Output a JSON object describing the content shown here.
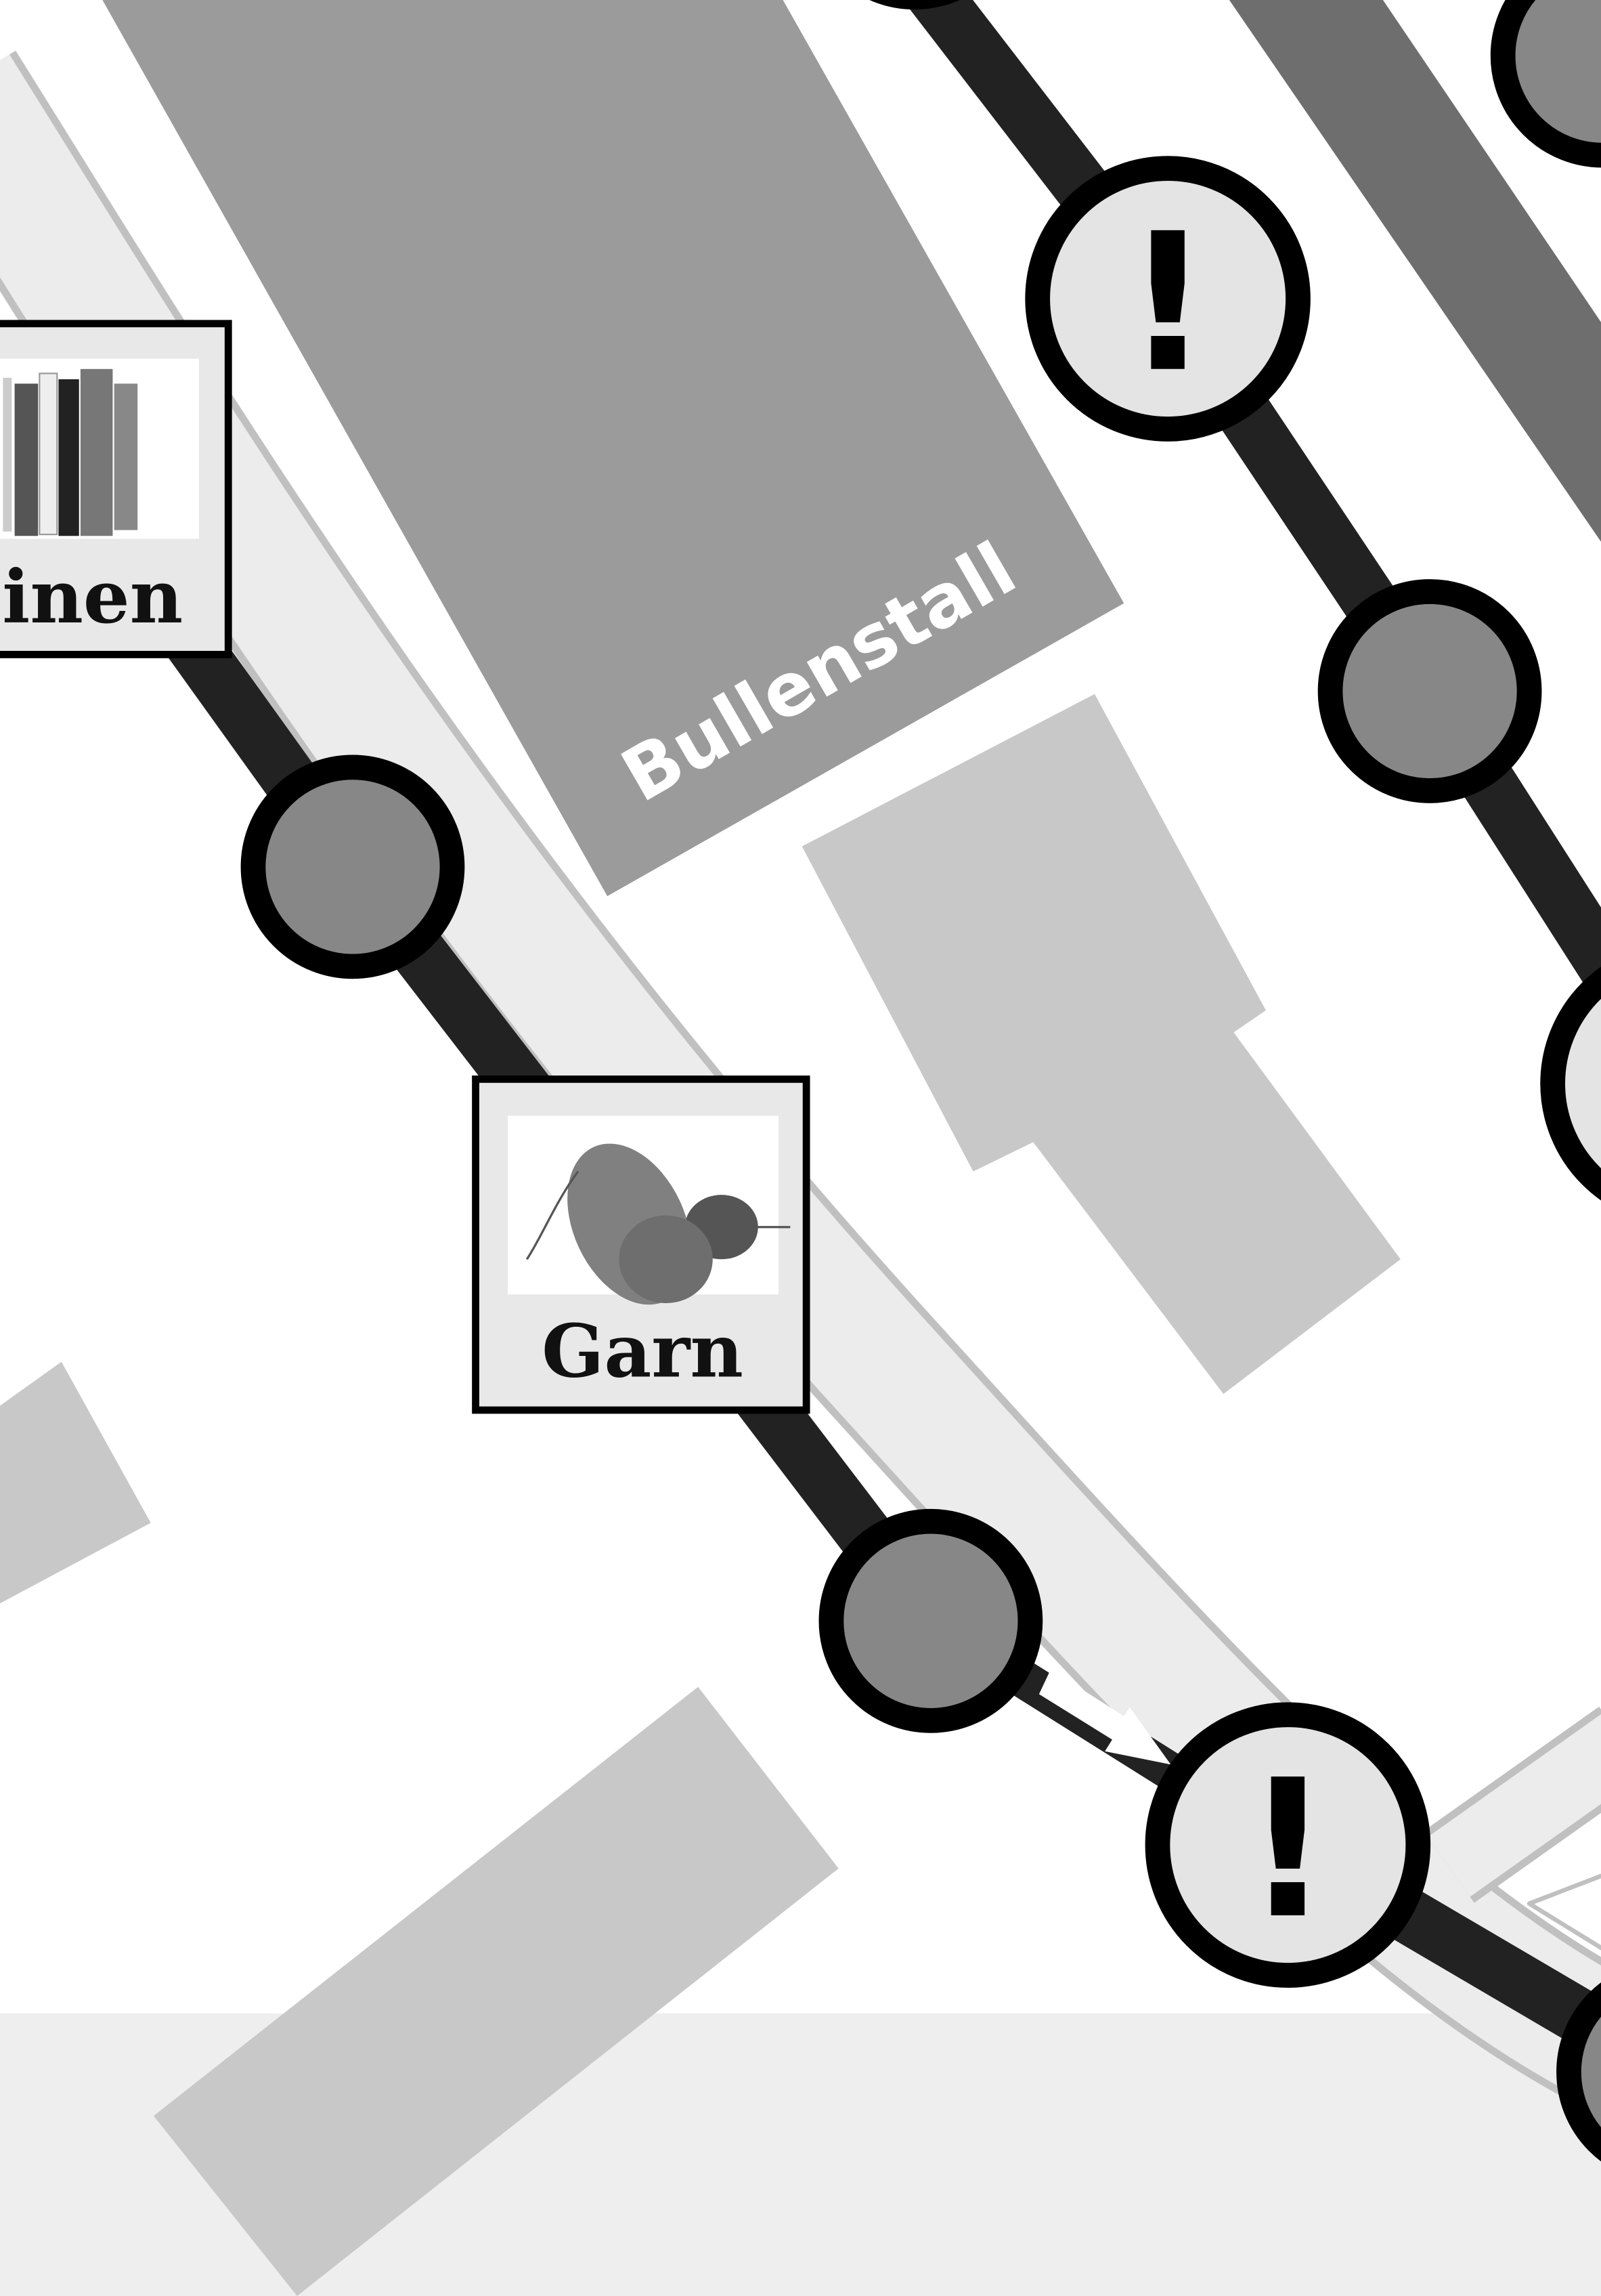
{
  "board": {
    "buildings": [
      {
        "label": "Bullenstall"
      }
    ],
    "tiles": [
      {
        "label": "Leinen",
        "icon": "fabric-rolls-icon"
      },
      {
        "label": "Garn",
        "icon": "yarn-icon"
      }
    ],
    "event_symbol": "!",
    "colors": {
      "track": "#222222",
      "space_fill": "#878787",
      "event_fill": "#e4e4e4",
      "road": "#ececec",
      "road_edge": "#c0c0c0",
      "building_dark": "#9b9b9b",
      "building_light": "#c8c8c8",
      "bottom_band": "#eeeeee"
    }
  }
}
